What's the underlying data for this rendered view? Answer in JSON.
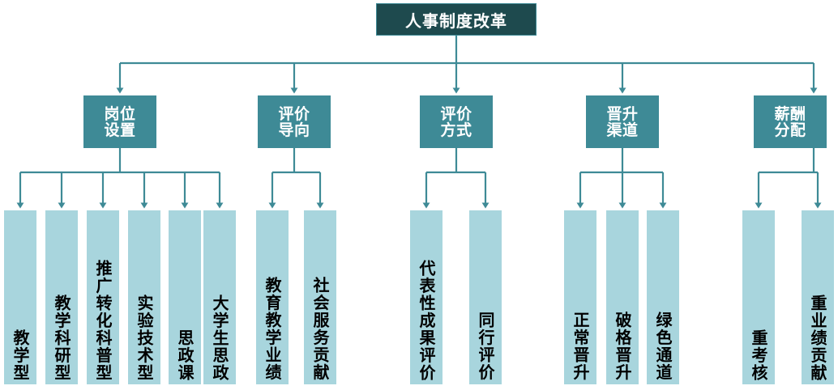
{
  "diagram": {
    "title": "人事制度改革",
    "colors": {
      "root_fill": "#1E4A4E",
      "root_border": "#3E8A96",
      "category_fill": "#3E8A96",
      "leaf_fill": "#A8D5DD",
      "connector": "#3E8A96",
      "root_text": "#FFFFFF",
      "category_text": "#FFFFFF",
      "leaf_text": "#000000",
      "background": "#FFFFFF"
    },
    "root": {
      "label": "人事制度改革"
    },
    "categories": [
      {
        "label": "岗位\n设置",
        "line1": "岗位",
        "line2": "设置",
        "children": [
          {
            "label": "教学型"
          },
          {
            "label": "教学科研型"
          },
          {
            "label": "推广转化科普型"
          },
          {
            "label": "实验技术型"
          },
          {
            "label": "思政课"
          },
          {
            "label": "大学生思政"
          }
        ]
      },
      {
        "label": "评价\n导向",
        "line1": "评价",
        "line2": "导向",
        "children": [
          {
            "label": "教育教学业绩"
          },
          {
            "label": "社会服务贡献"
          }
        ]
      },
      {
        "label": "评价\n方式",
        "line1": "评价",
        "line2": "方式",
        "children": [
          {
            "label": "代表性成果评价"
          },
          {
            "label": "同行评价"
          }
        ]
      },
      {
        "label": "晋升\n渠道",
        "line1": "晋升",
        "line2": "渠道",
        "children": [
          {
            "label": "正常晋升"
          },
          {
            "label": "破格晋升"
          },
          {
            "label": "绿色通道"
          }
        ]
      },
      {
        "label": "薪酬\n分配",
        "line1": "薪酬",
        "line2": "分配",
        "children": [
          {
            "label": "重考核"
          },
          {
            "label": "重业绩贡献"
          }
        ]
      }
    ]
  }
}
